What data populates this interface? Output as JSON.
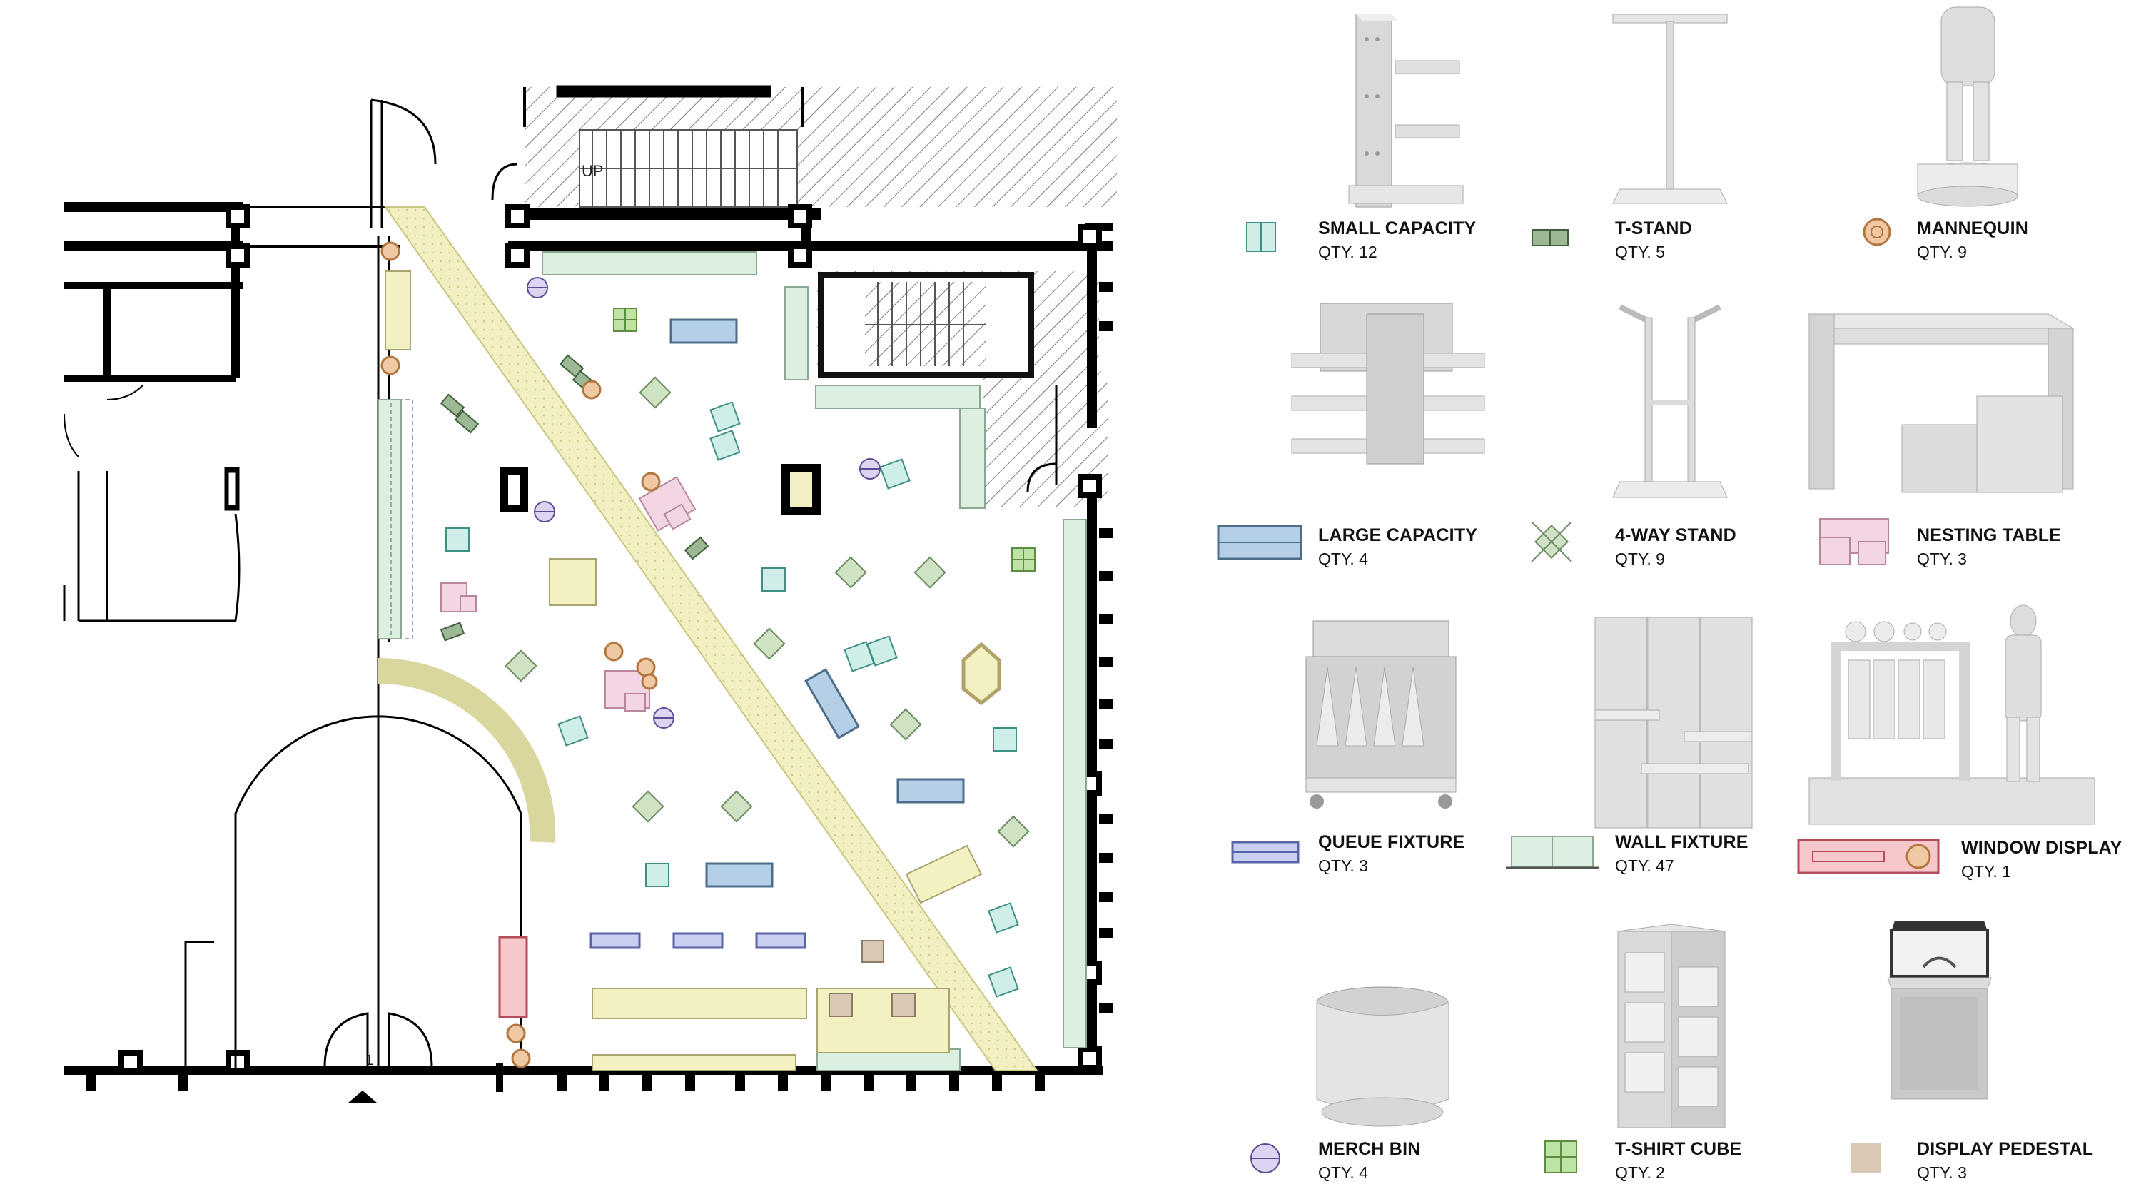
{
  "plan": {
    "stair_label": "UP",
    "door_tag": "1"
  },
  "legend": [
    {
      "id": "small-capacity",
      "name": "SMALL  CAPACITY",
      "qty": "QTY. 12",
      "symbol_color": "#cfeee8"
    },
    {
      "id": "t-stand",
      "name": "T-STAND",
      "qty": "QTY. 5",
      "symbol_color": "#9cb894"
    },
    {
      "id": "mannequin",
      "name": "MANNEQUIN",
      "qty": "QTY. 9",
      "symbol_color": "#e8b88a"
    },
    {
      "id": "large-capacity",
      "name": "LARGE CAPACITY",
      "qty": "QTY. 4",
      "symbol_color": "#a9c6e0"
    },
    {
      "id": "four-way-stand",
      "name": "4-WAY STAND",
      "qty": "QTY. 9",
      "symbol_color": "#cfe3c4"
    },
    {
      "id": "nesting-table",
      "name": "NESTING TABLE",
      "qty": "QTY. 3",
      "symbol_color": "#f3d6e3"
    },
    {
      "id": "queue-fixture",
      "name": "QUEUE FIXTURE",
      "qty": "QTY. 3",
      "symbol_color": "#c9cff0"
    },
    {
      "id": "wall-fixture",
      "name": "WALL FIXTURE",
      "qty": "QTY. 47",
      "symbol_color": "#dbf0e2"
    },
    {
      "id": "window-display",
      "name": "WINDOW DISPLAY",
      "qty": "QTY. 1",
      "symbol_color": "#f6c8cc"
    },
    {
      "id": "merch-bin",
      "name": "MERCH BIN",
      "qty": "QTY. 4",
      "symbol_color": "#ddd4f2"
    },
    {
      "id": "t-shirt-cube",
      "name": "T-SHIRT CUBE",
      "qty": "QTY. 2",
      "symbol_color": "#bfe3a6"
    },
    {
      "id": "display-pedestal",
      "name": "DISPLAY PEDESTAL",
      "qty": "QTY. 3",
      "symbol_color": "#d8c8b4"
    }
  ],
  "colors": {
    "walkway": "#f4f2c8",
    "wall": "#000000",
    "hatch": "#777777"
  }
}
